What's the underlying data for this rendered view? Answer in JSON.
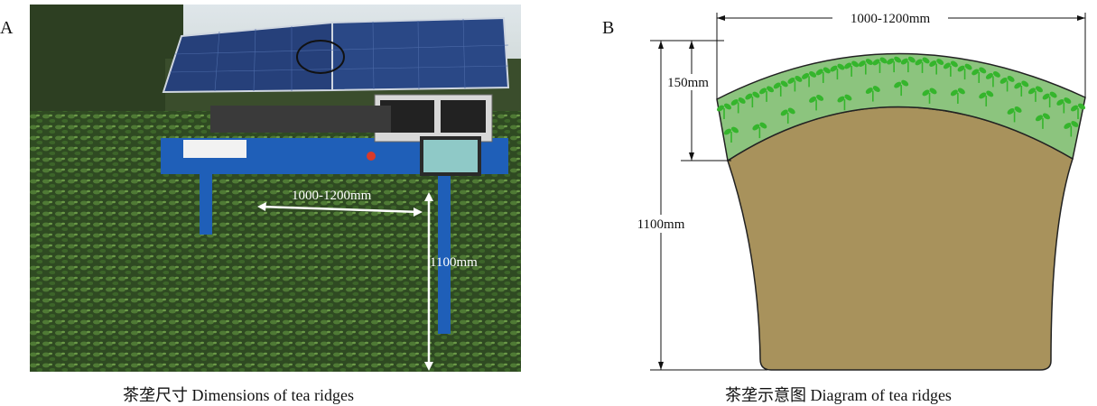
{
  "panel_a": {
    "label": "A",
    "photo_annotations": {
      "width": "1000-1200mm",
      "height": "1100mm"
    },
    "caption": "茶垄尺寸  Dimensions of tea ridges"
  },
  "panel_b": {
    "label": "B",
    "dims": {
      "width": "1000-1200mm",
      "canopy": "150mm",
      "height": "1100mm"
    },
    "caption": "茶垄示意图  Diagram of tea ridges"
  },
  "colors": {
    "soil": "#a8925c",
    "canopy": "#8cc47e",
    "sprout": "#35b52c",
    "panel_blue": "#1f5fb8"
  }
}
